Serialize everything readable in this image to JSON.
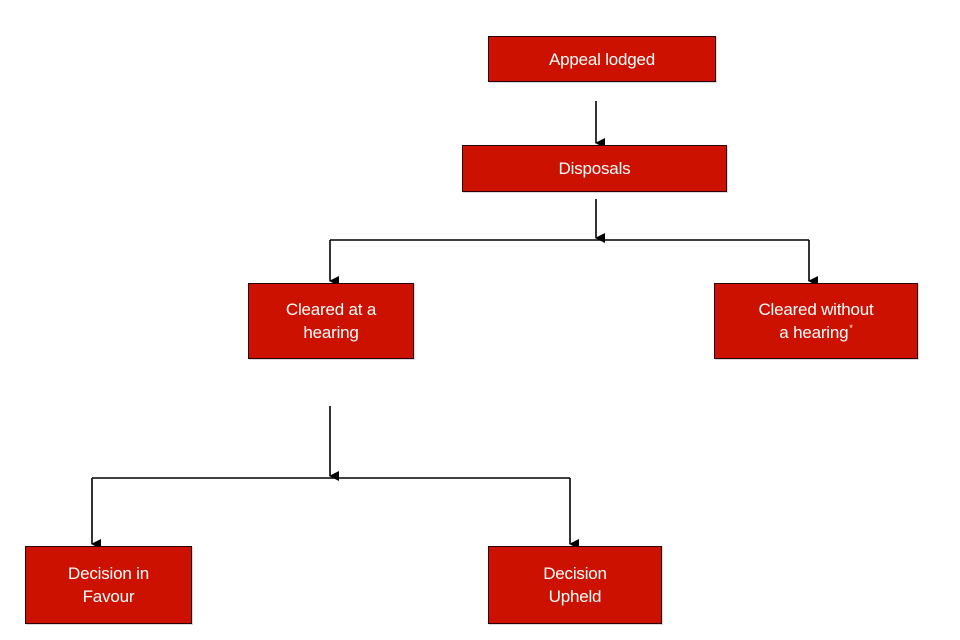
{
  "theme": {
    "box_fill": "#cc1100",
    "box_text": "#ffffff",
    "connector": "#000000"
  },
  "nodes": {
    "appeal_lodged": {
      "lines": [
        "Appeal lodged"
      ]
    },
    "disposals": {
      "lines": [
        "Disposals"
      ]
    },
    "cleared_at_hearing": {
      "lines": [
        "Cleared at a",
        "hearing"
      ]
    },
    "cleared_without_hearing": {
      "lines": [
        "Cleared without",
        "a hearing"
      ],
      "marker": "*"
    },
    "decision_in_favour": {
      "lines": [
        "Decision in",
        "Favour"
      ]
    },
    "decision_upheld": {
      "lines": [
        "Decision",
        "Upheld"
      ]
    }
  },
  "edges": [
    {
      "from": "appeal_lodged",
      "to": "disposals"
    },
    {
      "from": "disposals",
      "to": "cleared_at_hearing"
    },
    {
      "from": "disposals",
      "to": "cleared_without_hearing"
    },
    {
      "from": "cleared_at_hearing",
      "to": "decision_in_favour"
    },
    {
      "from": "cleared_at_hearing",
      "to": "decision_upheld"
    }
  ]
}
